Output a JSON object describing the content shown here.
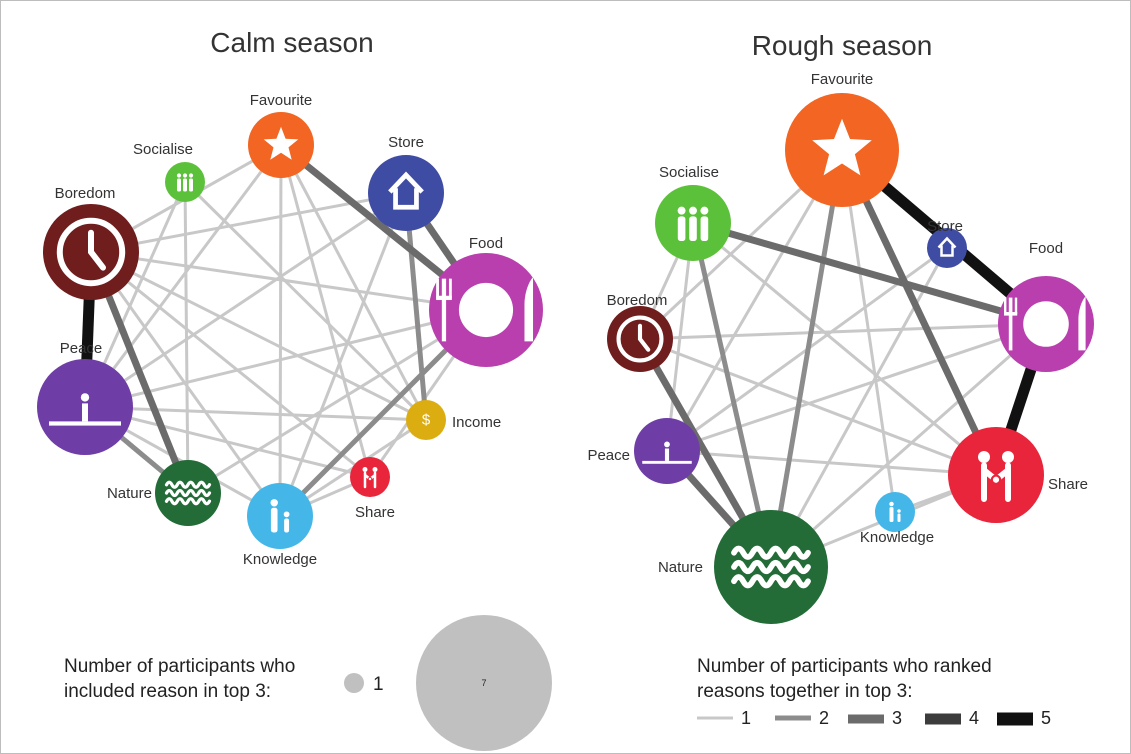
{
  "panels": [
    {
      "title": "Calm season",
      "nodes": [
        {
          "id": "favourite",
          "label": "Favourite",
          "icon": "star-icon",
          "color": "#f26522",
          "size": 2
        },
        {
          "id": "store",
          "label": "Store",
          "icon": "house-icon",
          "color": "#3f4ca3",
          "size": 3
        },
        {
          "id": "food",
          "label": "Food",
          "icon": "plate-icon",
          "color": "#b93fae",
          "size": 7
        },
        {
          "id": "income",
          "label": "Income",
          "icon": "dollar-icon",
          "color": "#dcad10",
          "size": 1
        },
        {
          "id": "share",
          "label": "Share",
          "icon": "handshake-icon",
          "color": "#e8253b",
          "size": 1
        },
        {
          "id": "knowledge",
          "label": "Knowledge",
          "icon": "people-icon",
          "color": "#44b6e8",
          "size": 2
        },
        {
          "id": "nature",
          "label": "Nature",
          "icon": "waves-icon",
          "color": "#236b37",
          "size": 2
        },
        {
          "id": "peace",
          "label": "Peace",
          "icon": "person-icon",
          "color": "#6f3da6",
          "size": 6
        },
        {
          "id": "boredom",
          "label": "Boredom",
          "icon": "clock-icon",
          "color": "#6f1d1d",
          "size": 6
        },
        {
          "id": "socialise",
          "label": "Socialise",
          "icon": "group-icon",
          "color": "#5cc13a",
          "size": 1
        }
      ],
      "links": [
        [
          "favourite",
          "food",
          3
        ],
        [
          "favourite",
          "knowledge",
          1
        ],
        [
          "favourite",
          "peace",
          1
        ],
        [
          "favourite",
          "share",
          1
        ],
        [
          "favourite",
          "income",
          1
        ],
        [
          "store",
          "food",
          3
        ],
        [
          "store",
          "income",
          2
        ],
        [
          "store",
          "knowledge",
          1
        ],
        [
          "food",
          "knowledge",
          2
        ],
        [
          "food",
          "peace",
          1
        ],
        [
          "food",
          "nature",
          1
        ],
        [
          "food",
          "boredom",
          1
        ],
        [
          "food",
          "share",
          1
        ],
        [
          "income",
          "peace",
          1
        ],
        [
          "income",
          "boredom",
          1
        ],
        [
          "share",
          "knowledge",
          1
        ],
        [
          "share",
          "peace",
          1
        ],
        [
          "knowledge",
          "peace",
          1
        ],
        [
          "knowledge",
          "boredom",
          1
        ],
        [
          "knowledge",
          "income",
          1
        ],
        [
          "nature",
          "peace",
          2
        ],
        [
          "nature",
          "boredom",
          3
        ],
        [
          "nature",
          "socialise",
          1
        ],
        [
          "peace",
          "boredom",
          5
        ],
        [
          "peace",
          "socialise",
          1
        ],
        [
          "peace",
          "store",
          1
        ],
        [
          "boredom",
          "favourite",
          1
        ],
        [
          "boredom",
          "store",
          1
        ],
        [
          "boredom",
          "share",
          1
        ],
        [
          "socialise",
          "income",
          1
        ]
      ]
    },
    {
      "title": "Rough season",
      "nodes": [
        {
          "id": "favourite",
          "label": "Favourite",
          "icon": "star-icon",
          "color": "#f26522",
          "size": 7
        },
        {
          "id": "store",
          "label": "Store",
          "icon": "house-icon",
          "color": "#3f4ca3",
          "size": 1
        },
        {
          "id": "food",
          "label": "Food",
          "icon": "plate-icon",
          "color": "#b93fae",
          "size": 6
        },
        {
          "id": "share",
          "label": "Share",
          "icon": "handshake-icon",
          "color": "#e8253b",
          "size": 4
        },
        {
          "id": "knowledge",
          "label": "Knowledge",
          "icon": "people-icon",
          "color": "#44b6e8",
          "size": 1
        },
        {
          "id": "nature",
          "label": "Nature",
          "icon": "waves-icon",
          "color": "#236b37",
          "size": 7
        },
        {
          "id": "peace",
          "label": "Peace",
          "icon": "person-icon",
          "color": "#6f3da6",
          "size": 2
        },
        {
          "id": "boredom",
          "label": "Boredom",
          "icon": "clock-icon",
          "color": "#6f1d1d",
          "size": 2
        },
        {
          "id": "socialise",
          "label": "Socialise",
          "icon": "group-icon",
          "color": "#5cc13a",
          "size": 3
        }
      ],
      "links": [
        [
          "favourite",
          "food",
          5
        ],
        [
          "favourite",
          "share",
          3
        ],
        [
          "favourite",
          "nature",
          2
        ],
        [
          "favourite",
          "peace",
          1
        ],
        [
          "favourite",
          "boredom",
          1
        ],
        [
          "favourite",
          "knowledge",
          1
        ],
        [
          "socialise",
          "food",
          3
        ],
        [
          "socialise",
          "nature",
          2
        ],
        [
          "socialise",
          "share",
          1
        ],
        [
          "socialise",
          "boredom",
          1
        ],
        [
          "food",
          "share",
          5
        ],
        [
          "food",
          "peace",
          1
        ],
        [
          "food",
          "nature",
          1
        ],
        [
          "food",
          "boredom",
          1
        ],
        [
          "store",
          "nature",
          1
        ],
        [
          "store",
          "peace",
          1
        ],
        [
          "boredom",
          "nature",
          3
        ],
        [
          "boredom",
          "share",
          1
        ],
        [
          "peace",
          "nature",
          3
        ],
        [
          "peace",
          "share",
          1
        ],
        [
          "peace",
          "socialise",
          1
        ],
        [
          "nature",
          "share",
          1
        ],
        [
          "share",
          "knowledge",
          1
        ]
      ]
    }
  ],
  "legend_size": {
    "text_line1": "Number of participants who",
    "text_line2": "included reason in top 3:",
    "small_label": "1",
    "large_label": "7"
  },
  "legend_weight": {
    "text_line1": "Number of participants who ranked",
    "text_line2": "reasons together in top 3:",
    "items": [
      "1",
      "2",
      "3",
      "4",
      "5"
    ]
  },
  "colors": {
    "link_1": "#c8c8c8",
    "link_2": "#8c8c8c",
    "link_3": "#6b6b6b",
    "link_4": "#3c3c3c",
    "link_5": "#111111",
    "legend_circle": "#c0c0c0"
  }
}
